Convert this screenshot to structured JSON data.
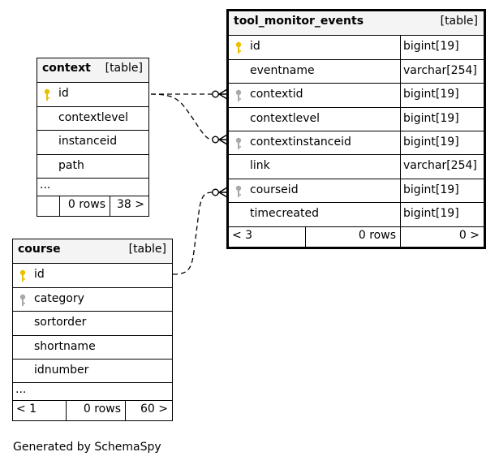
{
  "tables": {
    "context": {
      "name": "context",
      "type_label": "[table]",
      "columns": [
        {
          "name": "id",
          "key": "primary"
        },
        {
          "name": "contextlevel",
          "key": "none"
        },
        {
          "name": "instanceid",
          "key": "none"
        },
        {
          "name": "path",
          "key": "none"
        }
      ],
      "more": "...",
      "footer": {
        "rows": "0 rows",
        "next": "38 >"
      }
    },
    "course": {
      "name": "course",
      "type_label": "[table]",
      "columns": [
        {
          "name": "id",
          "key": "primary"
        },
        {
          "name": "category",
          "key": "foreign"
        },
        {
          "name": "sortorder",
          "key": "none"
        },
        {
          "name": "shortname",
          "key": "none"
        },
        {
          "name": "idnumber",
          "key": "none"
        }
      ],
      "more": "...",
      "footer": {
        "prev": "< 1",
        "rows": "0 rows",
        "next": "60 >"
      }
    },
    "tool_monitor_events": {
      "name": "tool_monitor_events",
      "type_label": "[table]",
      "columns": [
        {
          "name": "id",
          "type": "bigint[19]",
          "key": "primary"
        },
        {
          "name": "eventname",
          "type": "varchar[254]",
          "key": "none"
        },
        {
          "name": "contextid",
          "type": "bigint[19]",
          "key": "foreign"
        },
        {
          "name": "contextlevel",
          "type": "bigint[19]",
          "key": "none"
        },
        {
          "name": "contextinstanceid",
          "type": "bigint[19]",
          "key": "foreign"
        },
        {
          "name": "link",
          "type": "varchar[254]",
          "key": "none"
        },
        {
          "name": "courseid",
          "type": "bigint[19]",
          "key": "foreign"
        },
        {
          "name": "timecreated",
          "type": "bigint[19]",
          "key": "none"
        }
      ],
      "footer": {
        "prev": "< 3",
        "rows": "0 rows",
        "next": "0 >"
      }
    }
  },
  "relationships": [
    {
      "from": "tool_monitor_events.contextid",
      "to": "context.id"
    },
    {
      "from": "tool_monitor_events.contextinstanceid",
      "to": "context.id"
    },
    {
      "from": "tool_monitor_events.courseid",
      "to": "course.id"
    }
  ],
  "colors": {
    "primary_key": "#e8c000",
    "foreign_key": "#a8a8a8",
    "header_bg": "#f4f4f4"
  },
  "footer_text": "Generated by SchemaSpy"
}
